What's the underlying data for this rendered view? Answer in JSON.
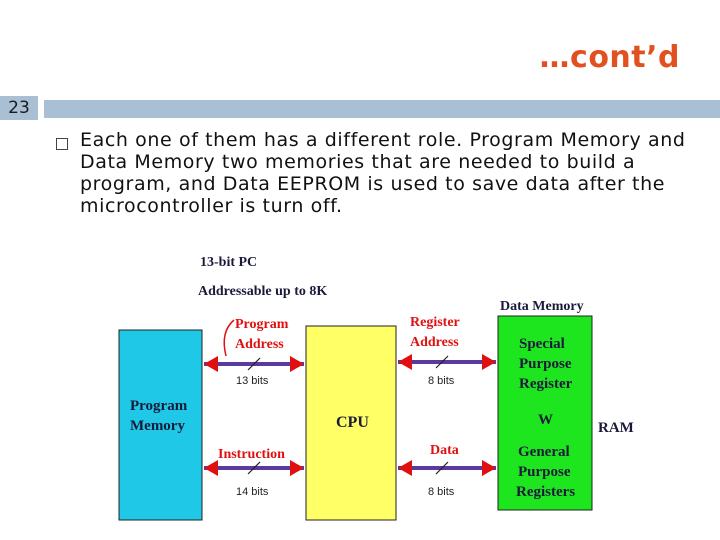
{
  "slide": {
    "title": "…cont’d",
    "number": "23",
    "bullet": "Each one of them has a different role. Program Memory and Data Memory two memories that are needed to build a program, and Data EEPROM is used to save data after the microcontroller is turn off."
  },
  "diagram": {
    "pc_label": "13-bit PC",
    "addressable_label": "Addressable up to 8K",
    "program_address_line1": "Program",
    "program_address_line2": "Address",
    "bits_13": "13 bits",
    "register_address_line1": "Register",
    "register_address_line2": "Address",
    "bits_8_top": "8 bits",
    "data_memory_label": "Data Memory",
    "program_memory_line1": "Program",
    "program_memory_line2": "Memory",
    "cpu_label": "CPU",
    "special_line1": "Special",
    "special_line2": "Purpose",
    "special_line3": "Register",
    "w_label": "W",
    "general_line1": "General",
    "general_line2": "Purpose",
    "general_line3": "Registers",
    "ram_label": "RAM",
    "instruction_label": "Instruction",
    "bits_14": "14 bits",
    "data_label": "Data",
    "bits_8_bottom": "8 bits"
  },
  "colors": {
    "title": "#e3501f",
    "title_bar": "#a9c0d4",
    "program_memory": "#1ec8e6",
    "cpu": "#ffff66",
    "data_memory": "#1ee61e",
    "label_red": "#e01010",
    "label_dark": "#1a1a3a"
  }
}
